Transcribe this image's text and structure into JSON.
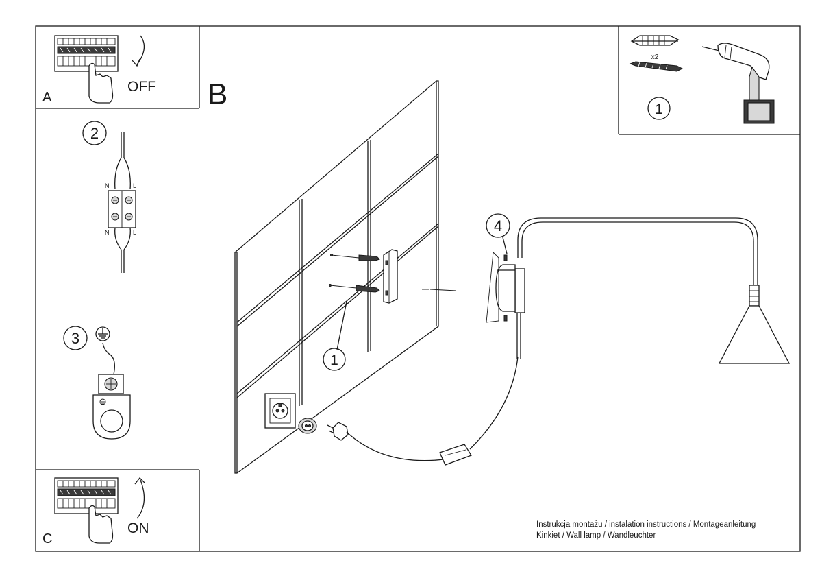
{
  "panels": {
    "a": {
      "letter": "A",
      "state": "OFF"
    },
    "b": {
      "letter": "B"
    },
    "c": {
      "letter": "C",
      "state": "ON"
    }
  },
  "steps": {
    "s1_tools": "1",
    "s1_wall": "1",
    "s2": "2",
    "s3": "3",
    "s4": "4"
  },
  "hardware": {
    "multiplier": "x2"
  },
  "wiring": {
    "neutral": "N",
    "live": "L"
  },
  "footer": {
    "line1": "Instrukcja montażu / instalation instructions / Montageanleitung",
    "line2": "Kinkiet / Wall lamp / Wandleuchter"
  }
}
